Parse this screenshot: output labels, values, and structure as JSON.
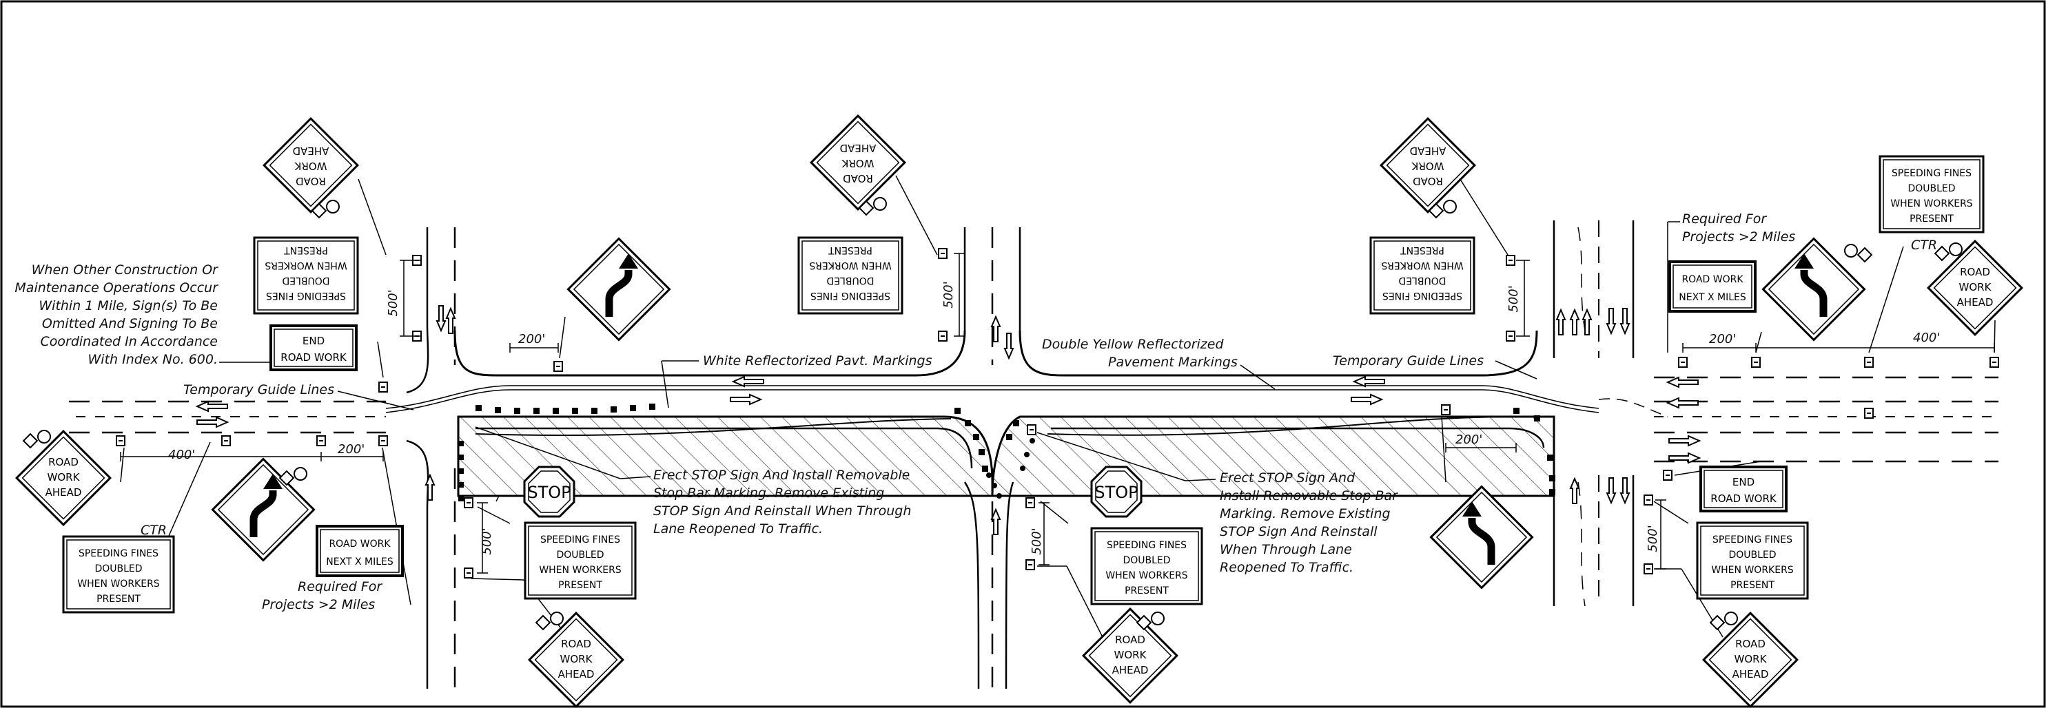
{
  "notes": {
    "other_construction": [
      "When Other Construction Or",
      "Maintenance Operations Occur",
      "Within 1 Mile, Sign(s) To Be",
      "Omitted And Signing To Be",
      "Coordinated In Accordance",
      "With Index No. 600."
    ],
    "temp_guide_left": "Temporary Guide Lines",
    "temp_guide_right": "Temporary Guide Lines",
    "white_markings": "White Reflectorized Pavt. Markings",
    "double_yellow": [
      "Double Yellow Reflectorized",
      "Pavement Markings"
    ],
    "ctr_left": "CTR",
    "ctr_right": "CTR",
    "required_left": [
      "Required For",
      "Projects >2 Miles"
    ],
    "required_right": [
      "Required For",
      "Projects >2 Miles"
    ],
    "stop_left": [
      "Erect STOP Sign And Install Removable",
      "Stop Bar Marking.  Remove Existing",
      "STOP Sign And Reinstall When Through",
      "Lane Reopened To Traffic."
    ],
    "stop_right": [
      "Erect STOP Sign And",
      "Install Removable Stop Bar",
      "Marking.  Remove Existing",
      "STOP Sign And Reinstall",
      "When Through Lane",
      "Reopened To Traffic."
    ]
  },
  "dimensions": {
    "d200": "200'",
    "d400": "400'",
    "d500": "500'"
  },
  "signs": {
    "road_work_ahead": [
      "ROAD",
      "WORK",
      "AHEAD"
    ],
    "speeding_fines": [
      "SPEEDING FINES",
      "DOUBLED",
      "WHEN WORKERS",
      "PRESENT"
    ],
    "end_road_work": [
      "END",
      "ROAD WORK"
    ],
    "road_work_next": [
      "ROAD WORK",
      "NEXT X MILES"
    ],
    "stop": "STOP"
  }
}
